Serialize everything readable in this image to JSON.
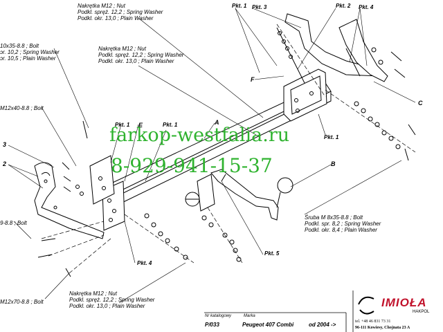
{
  "labels": {
    "nut_top_1": [
      "Nakrętka  M12 ; Nut",
      "Podkl. spręż. 12,2  ; Spring Washer",
      "Podkl. okr. 13,0   ; Plain Washer"
    ],
    "nut_top_2": [
      "Nakrętka  M12 ; Nut",
      "Podkl. spręż. 12,2  ; Spring Washer",
      "Podkl. okr. 13,0   ; Plain Washer"
    ],
    "bolt_left_1": [
      "10x35-8.8  ;  Bolt",
      "ɔr. 10,2  ; Spring Washer",
      "ɔr. 10,5  ; Plain Washer"
    ],
    "bolt_left_2": "M12x40-8.8  ;  Bolt",
    "bolt_left_3": "9-8.8  ;  Bolt",
    "bolt_left_4": "M12x70-8.8  ;  Bolt",
    "bolt_right": [
      "Śruba M 8x35-8.8  ;  Bolt",
      "Podkl. spr. 8,2   ; Spring Washer",
      "Podkl. okr. 8,4   ; Plain Washer"
    ],
    "nut_bottom": [
      "Nakrętka  M12 ; Nut",
      "Podkl. spręż. 12,2  ; Spring Washer",
      "Podkl. okr. 13,0   ; Plain Washer"
    ]
  },
  "points": {
    "pkt1_top": "Pkt. 1",
    "pkt3_top": "Pkt. 3",
    "pkt2_top": "Pkt. 2",
    "pkt4_top": "Pkt. 4",
    "pkt1_mid": "Pkt. 1",
    "pkt1_mid2": "Pkt. 1",
    "pkt4_bottom": "Pkt. 4",
    "pkt5": "Pkt. 5",
    "pkt1_right": "Pkt. 1"
  },
  "letters": {
    "A": "A",
    "B": "B",
    "C": "C",
    "E": "E",
    "F": "F",
    "n3": "3",
    "n2": "2"
  },
  "watermark": {
    "line1": "farkop-westfalia.ru",
    "line2": "8-929-941-15-37"
  },
  "title_block": {
    "catalog_label": "Nr katalogowy",
    "brand_label": "Marka",
    "catalog_no": "P/033",
    "model": "Peugeot 407 Combi",
    "year": "od 2004 ->",
    "company": "IMIOŁA",
    "company_sub": "HAKPOL",
    "phone": "tel. +48 46 831 73 31",
    "address": "96-111 Kowiesy, Chojnata 23 A"
  },
  "colors": {
    "line": "#000000",
    "watermark": "#2fb32f",
    "brand": "#c1122b"
  }
}
